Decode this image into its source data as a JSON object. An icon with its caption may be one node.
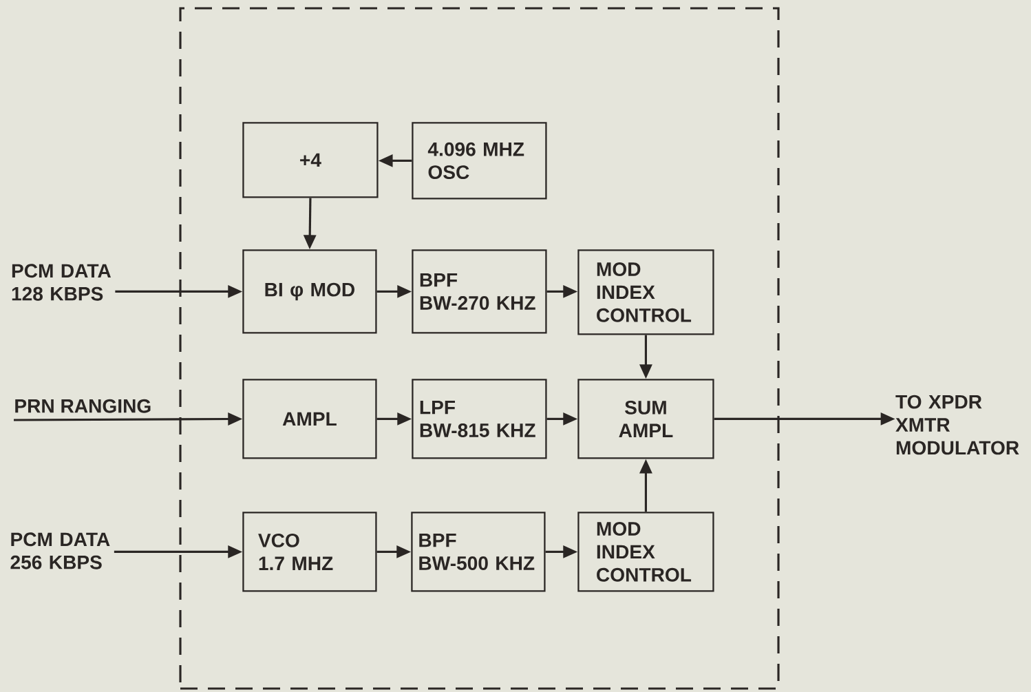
{
  "diagram": {
    "nodes": [
      {
        "text": [],
        "shape": "box"
      },
      {
        "text": [
          "+4"
        ],
        "in": 0
      },
      {
        "text": [
          "4.096 MHZ OSC"
        ],
        "in": 0
      },
      {
        "text": [
          "PCM DATA 128 KBPS"
        ]
      },
      {
        "text": [
          "BI φ MOD"
        ],
        "in": 0
      },
      {
        "text": [
          "BPF",
          "BW-270 KHZ"
        ],
        "in": 0
      },
      {
        "text": [
          "MOD INDEX CONTROL"
        ],
        "in": 0
      },
      {
        "text": [
          "PRN RANGING"
        ]
      },
      {
        "text": [
          "AMPL"
        ],
        "in": 0
      },
      {
        "text": [
          "LPF",
          "BW-815 KHZ"
        ],
        "in": 0
      },
      {
        "text": [
          "SUM AMPL"
        ],
        "in": 0
      },
      {
        "text": [
          "TO XPDR XMTR MODULATOR"
        ]
      },
      {
        "text": [
          "PCM DATA 256 KBPS"
        ]
      },
      {
        "text": [
          "VCO",
          "1.7 MHZ"
        ],
        "in": 0
      },
      {
        "text": [
          "BPF",
          "BW-500 KHZ"
        ],
        "in": 0
      },
      {
        "text": [
          "MOD INDEX CONTROL"
        ],
        "in": 0
      }
    ],
    "edges": [
      {
        "from": 2,
        "to": 1,
        "arrow": "to"
      },
      {
        "from": 1,
        "to": 4,
        "arrow": "to"
      },
      {
        "from": 3,
        "to": 4,
        "arrow": "to"
      },
      {
        "from": 4,
        "to": 5,
        "arrow": "to"
      },
      {
        "from": 5,
        "to": 6,
        "arrow": "to"
      },
      {
        "from": 6,
        "to": 10,
        "arrow": "to"
      },
      {
        "from": 7,
        "to": 8,
        "arrow": "to"
      },
      {
        "from": 8,
        "to": 9,
        "arrow": "to"
      },
      {
        "from": 9,
        "to": 10,
        "arrow": "to"
      },
      {
        "from": 10,
        "to": 11,
        "arrow": "to"
      },
      {
        "from": 12,
        "to": 13,
        "arrow": "to"
      },
      {
        "from": 13,
        "to": 14,
        "arrow": "to"
      },
      {
        "from": 14,
        "to": 15,
        "arrow": "to"
      },
      {
        "from": 15,
        "to": 10,
        "arrow": "to"
      }
    ]
  }
}
